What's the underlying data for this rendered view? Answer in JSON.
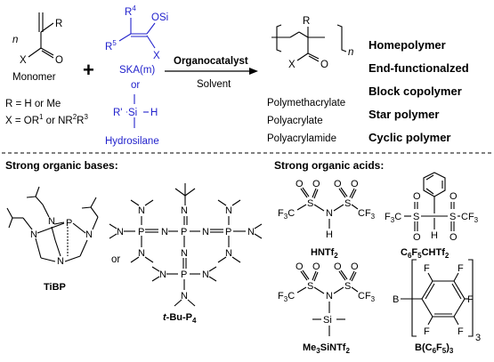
{
  "reaction": {
    "monomer": {
      "n": "n",
      "R": "R",
      "X": "X",
      "O": "O",
      "label": "Monomer",
      "def_r": "R = H or Me",
      "def_x_pre": "X = OR",
      "def_x_sup1": "1",
      "def_x_or": " or NR",
      "def_x_sup2": "2",
      "def_x_R": "R",
      "def_x_sup3": "3"
    },
    "plus": "+",
    "ska": {
      "R4": "R",
      "R4_sup": "4",
      "R5": "R",
      "R5_sup": "5",
      "OSi": "OSi",
      "X": "X",
      "label": "SKA(m)",
      "or": "or"
    },
    "hydrosilane": {
      "Rprime": "R'",
      "Si": "Si",
      "H": "H",
      "label": "Hydrosilane"
    },
    "arrow": {
      "catalyst": "Organocatalyst",
      "solvent": "Solvent"
    },
    "product": {
      "R": "R",
      "X": "X",
      "O": "O",
      "n": "n",
      "names": [
        "Polymethacrylate",
        "Polyacrylate",
        "Polyacrylamide"
      ]
    },
    "architectures": [
      {
        "label": "Homepolymer",
        "color": "#000000"
      },
      {
        "label": "End-functionalzed",
        "color": "#1a9a2e"
      },
      {
        "label": "Block copolymer",
        "color": "#8b1a5a"
      },
      {
        "label": "Star polymer",
        "color": "#4a8c92"
      },
      {
        "label": "Cyclic polymer",
        "color": "#ee00ee"
      }
    ]
  },
  "bases": {
    "heading": "Strong organic bases:",
    "or": "or",
    "tibp": {
      "label": "TiBP",
      "N": "N",
      "P": "P"
    },
    "p4": {
      "label_italic": "t",
      "label_rest": "-Bu-P",
      "label_sub": "4",
      "N": "N",
      "P": "P"
    }
  },
  "acids": {
    "heading": "Strong organic acids:",
    "hntf2": {
      "label": "HNTf",
      "sub": "2",
      "F3C": "F",
      "F3C_sub": "3",
      "CF3": "CF",
      "CF3_sub": "3",
      "S": "S",
      "N": "N",
      "H": "H",
      "O": "O"
    },
    "c6f5chtf2": {
      "label": "C",
      "sub1": "6",
      "mid": "F",
      "sub2": "5",
      "rest": "CHTf",
      "sub3": "2",
      "S": "S",
      "H": "H",
      "O": "O"
    },
    "me3sintf2": {
      "label": "Me",
      "sub1": "3",
      "rest": "SiNTf",
      "sub2": "2",
      "Si": "Si",
      "N": "N",
      "S": "S",
      "O": "O"
    },
    "bc6f5": {
      "label": "B(C",
      "sub1": "6",
      "mid": "F",
      "sub2": "5",
      "rest": ")",
      "sub3": "3",
      "B": "B",
      "F": "F",
      "bracket_sub": "3"
    }
  },
  "colors": {
    "catalyst": "#e8202a",
    "ska_blue": "#2222cc"
  }
}
